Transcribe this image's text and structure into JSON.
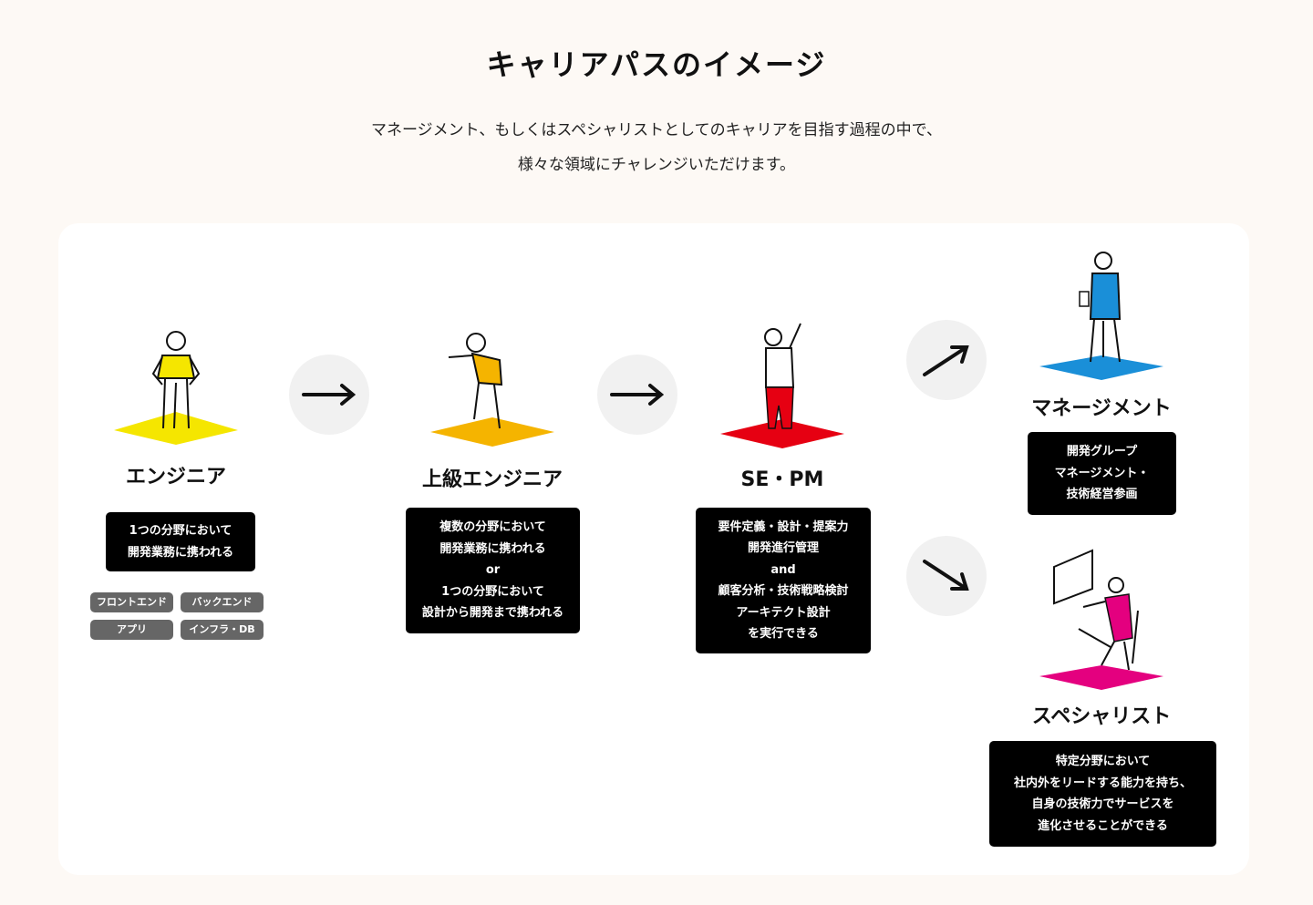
{
  "title": "キャリアパスのイメージ",
  "subtitle": [
    "マネージメント、もしくはスペシャリストとしてのキャリアを目指す過程の中で、",
    "様々な領域にチャレンジいただけます。"
  ],
  "stages": {
    "engineer": {
      "label": "エンジニア",
      "desc": [
        "1つの分野において",
        "開発業務に携われる"
      ],
      "tags": [
        "フロントエンド",
        "バックエンド",
        "アプリ",
        "インフラ・DB"
      ],
      "color": "#f5e600"
    },
    "senior": {
      "label": "上級エンジニア",
      "desc": [
        "複数の分野において",
        "開発業務に携われる",
        "or",
        "1つの分野において",
        "設計から開発まで携われる"
      ],
      "color": "#f5b400"
    },
    "sepm": {
      "label": "SE・PM",
      "desc": [
        "要件定義・設計・提案力",
        "開発進行管理",
        "and",
        "顧客分析・技術戦略検討",
        "アーキテクト設計",
        "を実行できる"
      ],
      "color": "#e60012"
    },
    "management": {
      "label": "マネージメント",
      "desc": [
        "開発グループ",
        "マネージメント・",
        "技術経営参画"
      ],
      "color": "#1a8fd8"
    },
    "specialist": {
      "label": "スペシャリスト",
      "desc": [
        "特定分野において",
        "社内外をリードする能力を持ち、",
        "自身の技術力でサービスを",
        "進化させることができる"
      ],
      "color": "#e4007f"
    }
  }
}
